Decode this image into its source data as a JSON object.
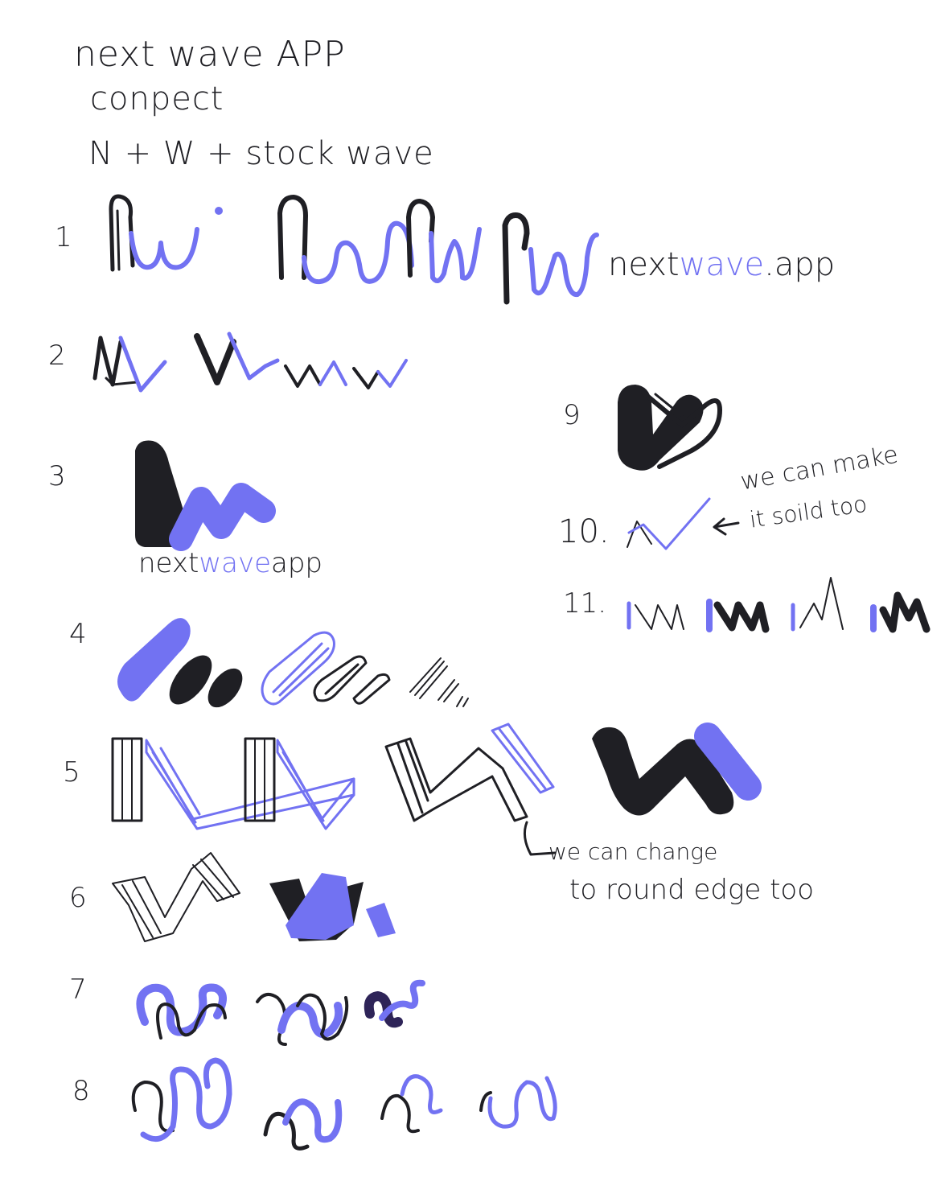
{
  "header": {
    "line1": "next wave APP",
    "line2": "conpect",
    "line3": "N + W + stock wave"
  },
  "rows": {
    "n1": "1",
    "n2": "2",
    "n3": "3",
    "n4": "4",
    "n5": "5",
    "n6": "6",
    "n7": "7",
    "n8": "8",
    "n9": "9",
    "n10": "10.",
    "n11": "11."
  },
  "wordmark1": {
    "a": "next",
    "b": "wave",
    "c": ".app"
  },
  "wordmark3": {
    "a": "next",
    "b": "wave",
    "c": "app"
  },
  "notes": {
    "solid_line1": "we can make",
    "solid_line2": "it soild too",
    "round_line1": "we can change",
    "round_line2": "to round edge too"
  },
  "colors": {
    "ink": "#1f1f24",
    "accent": "#7272f2",
    "accent_dark": "#2e2458"
  }
}
